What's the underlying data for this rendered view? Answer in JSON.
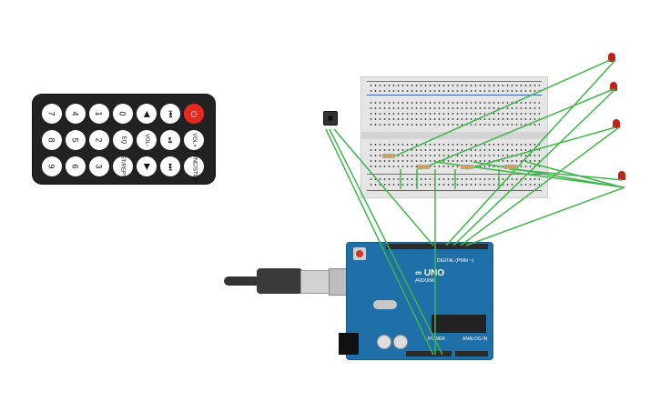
{
  "remote": {
    "buttons": [
      {
        "label": "7"
      },
      {
        "label": "4"
      },
      {
        "label": "1"
      },
      {
        "label": "0"
      },
      {
        "label": "◀"
      },
      {
        "label": "⏮"
      },
      {
        "label": "⏻"
      },
      {
        "label": "8"
      },
      {
        "label": "5"
      },
      {
        "label": "2"
      },
      {
        "label": "EQ"
      },
      {
        "label": "VOL-"
      },
      {
        "label": "⏯"
      },
      {
        "label": "VOL+"
      },
      {
        "label": "9"
      },
      {
        "label": "6"
      },
      {
        "label": "3"
      },
      {
        "label": "ST/REPT"
      },
      {
        "label": "▶"
      },
      {
        "label": "⏭"
      },
      {
        "label": "FUNC/STOP"
      }
    ]
  },
  "arduino": {
    "logo": "∞ UNO",
    "brand": "ARDUINO",
    "digital_label": "DIGITAL (PWM ~)",
    "power_label": "POWER",
    "analog_label": "ANALOG IN"
  },
  "colors": {
    "wire_green": "#3fb54a",
    "board_blue": "#1f6fa8",
    "led_red": "#c0231c",
    "power_button_red": "#e8271f"
  },
  "icons": {
    "power": "power-icon",
    "play": "play-icon"
  }
}
